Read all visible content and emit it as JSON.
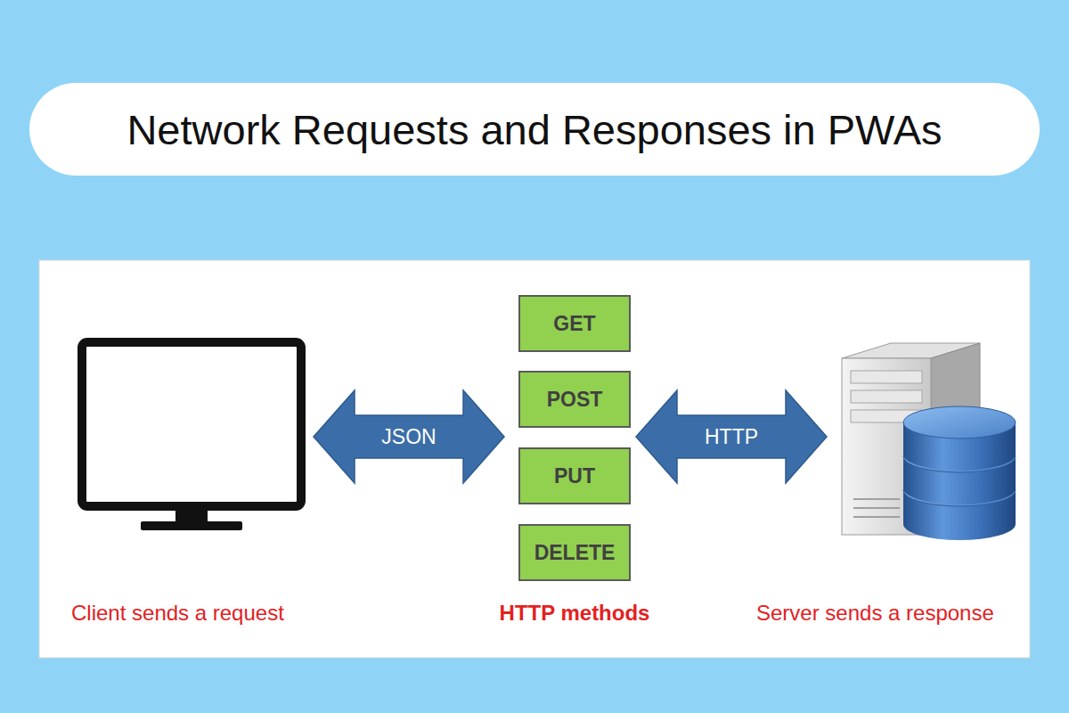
{
  "diagram": {
    "title": "Network Requests and Responses in PWAs",
    "nodes": [
      {
        "text": [
          "GET"
        ]
      },
      {
        "text": [
          "POST"
        ]
      },
      {
        "text": [
          "PUT"
        ]
      },
      {
        "text": [
          "DELETE"
        ]
      }
    ],
    "labels": [
      "JSON",
      "HTTP",
      "Client sends a request",
      "HTTP methods",
      "Server sends a response"
    ]
  }
}
